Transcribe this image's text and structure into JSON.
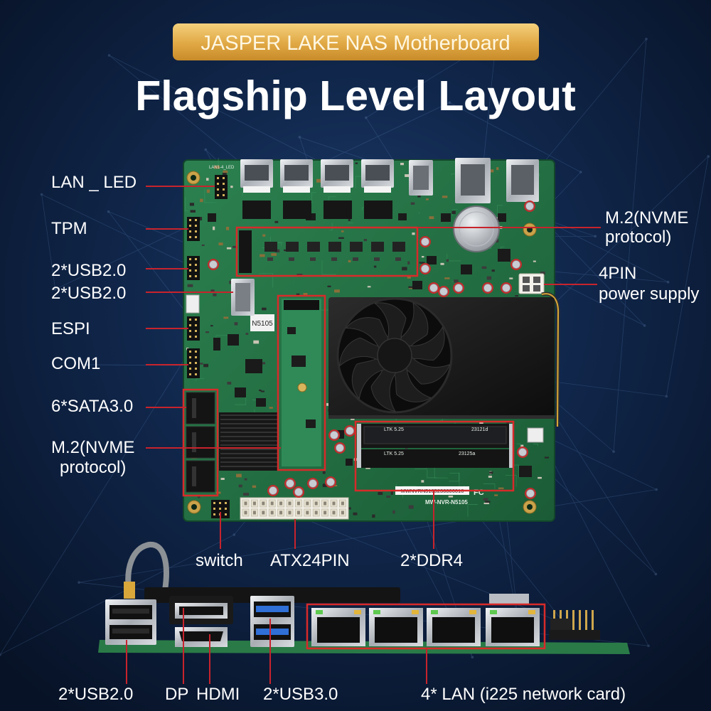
{
  "badge": {
    "text": "JASPER LAKE NAS Motherboard"
  },
  "title": "Flagship Level Layout",
  "board_callouts": {
    "left": {
      "lan_led": "LAN _ LED",
      "tpm": "TPM",
      "usb2_header": "2*USB2.0",
      "usb2_port": "2*USB2.0",
      "espi": "ESPI",
      "com1": "COM1",
      "sata": "6*SATA3.0",
      "m2_vertical_line1": "M.2(NVME",
      "m2_vertical_line2": "protocol)"
    },
    "right": {
      "m2_top_line1": "M.2(NVME",
      "m2_top_line2": "protocol)",
      "power_line1": "4PIN",
      "power_line2": "power supply"
    },
    "bottom": {
      "switch": "switch",
      "atx": "ATX24PIN",
      "ddr": "2*DDR4"
    }
  },
  "io_callouts": {
    "usb2": "2*USB2.0",
    "dp": "DP",
    "hdmi": "HDMI",
    "usb3": "2*USB3.0",
    "lan": "4* LAN (i225 network card)"
  },
  "board_markings": {
    "lan_led_silkscreen": "LAN1-4_LED",
    "cpu_sticker": "N5105",
    "dimm_top_brand": "LTK 5.25",
    "dimm_top_code": "23121d",
    "dimm_bottom_brand": "LTK 5.25",
    "dimm_bottom_code": "23125a",
    "serial_sticker": "MWNVRN5105230800010",
    "model": "MW-NVR-N5105",
    "fcc_mark": "FC"
  },
  "colors": {
    "background": "#0d2142",
    "badge_gold": "#e2aa47",
    "callout_red": "#c8232c",
    "pcb_green": "#23714a",
    "label_text": "#ffffff"
  }
}
